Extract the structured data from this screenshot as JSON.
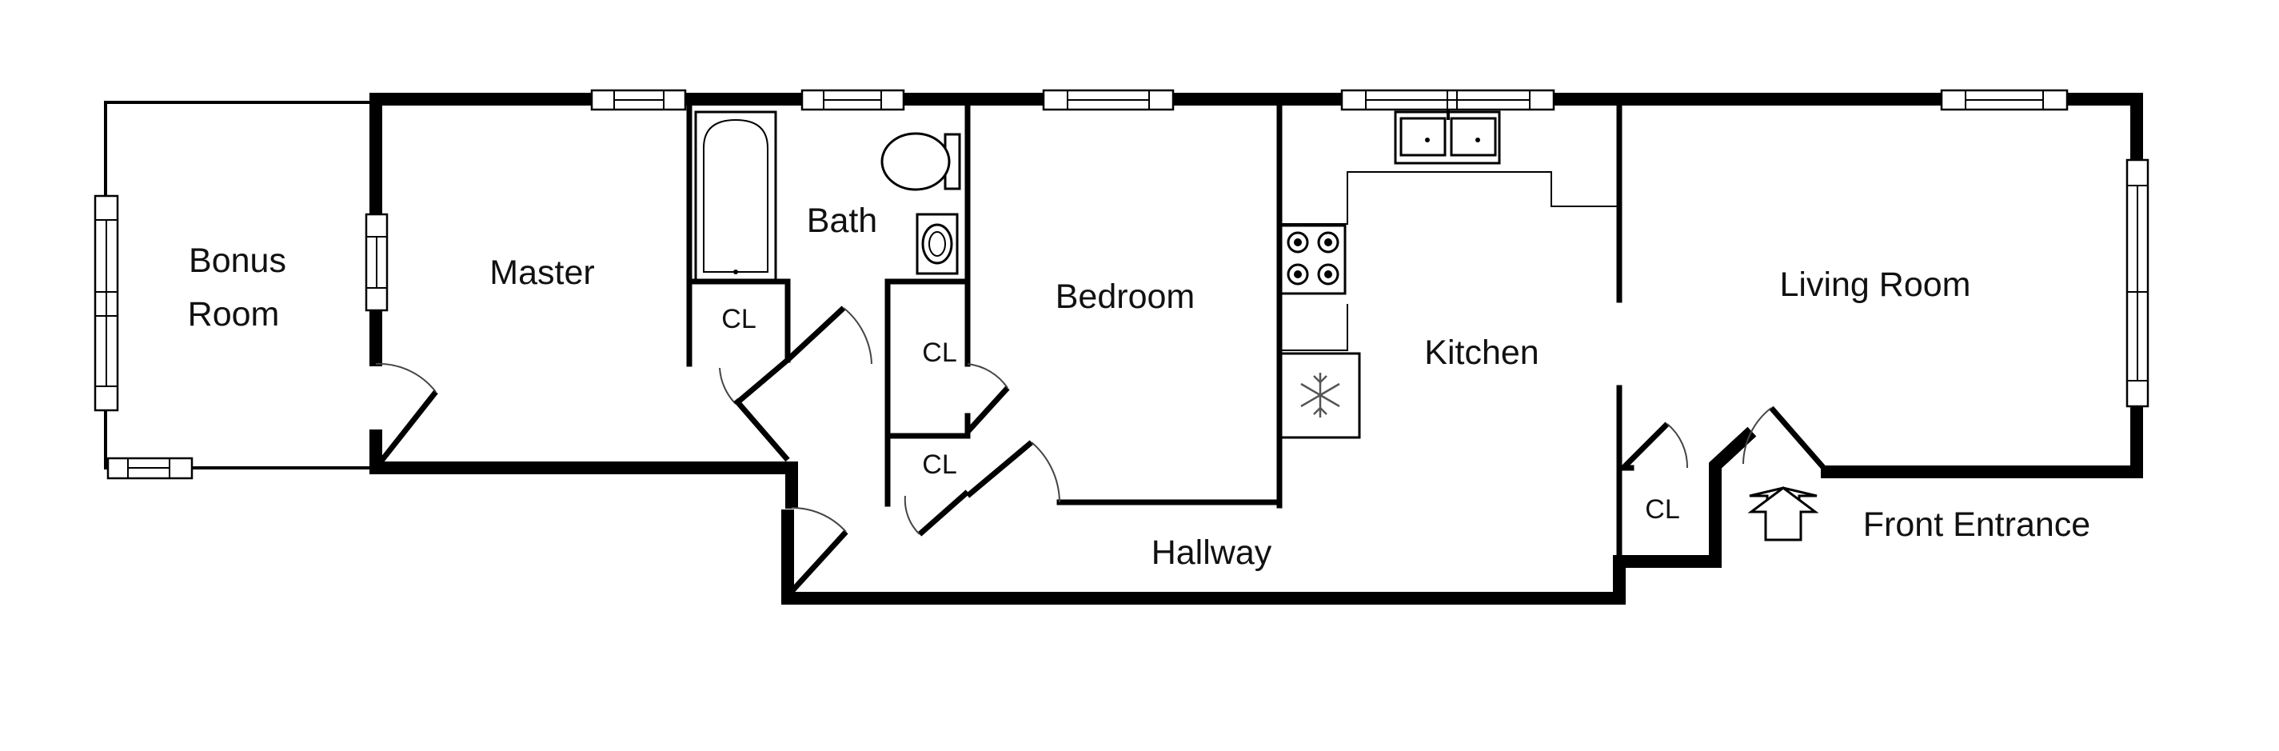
{
  "rooms": {
    "bonus_room_line1": "Bonus",
    "bonus_room_line2": "Room",
    "master": "Master",
    "bath": "Bath",
    "bedroom": "Bedroom",
    "kitchen": "Kitchen",
    "living_room": "Living Room",
    "hallway": "Hallway"
  },
  "closets": {
    "bath_closet": "CL",
    "hall_closet_upper": "CL",
    "hall_closet_lower": "CL",
    "entry_closet": "CL"
  },
  "entrance": {
    "label": "Front Entrance"
  },
  "colors": {
    "walls": "#000000",
    "background": "#ffffff"
  }
}
